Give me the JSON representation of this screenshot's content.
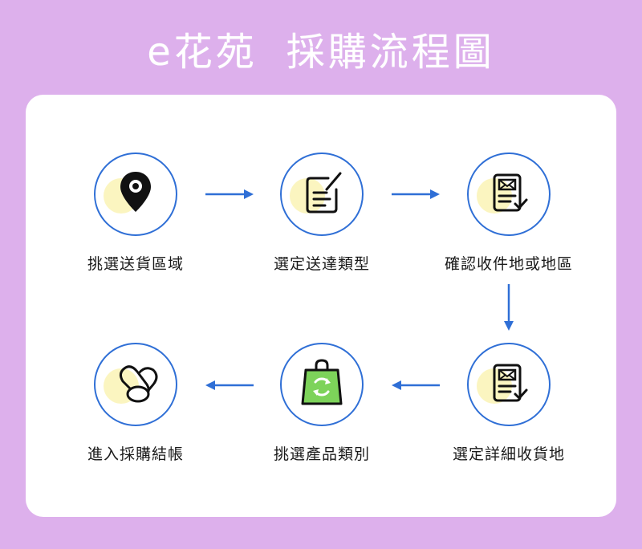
{
  "title": {
    "brand": "e花苑",
    "subtitle": "採購流程圖"
  },
  "steps": [
    {
      "label": "挑選送貨區域",
      "icon": "location-pin-icon"
    },
    {
      "label": "選定送達類型",
      "icon": "notepad-pen-icon"
    },
    {
      "label": "確認收件地或地區",
      "icon": "address-card-check-icon"
    },
    {
      "label": "選定詳細收貨地",
      "icon": "address-card-check-icon"
    },
    {
      "label": "挑選產品類別",
      "icon": "shopping-bag-icon"
    },
    {
      "label": "進入採購結帳",
      "icon": "cart-checkout-icon"
    }
  ],
  "colors": {
    "background": "#ddb0ec",
    "accent": "#2f6fd6",
    "highlight": "#fbf5c0",
    "bag": "#7dd35a"
  }
}
